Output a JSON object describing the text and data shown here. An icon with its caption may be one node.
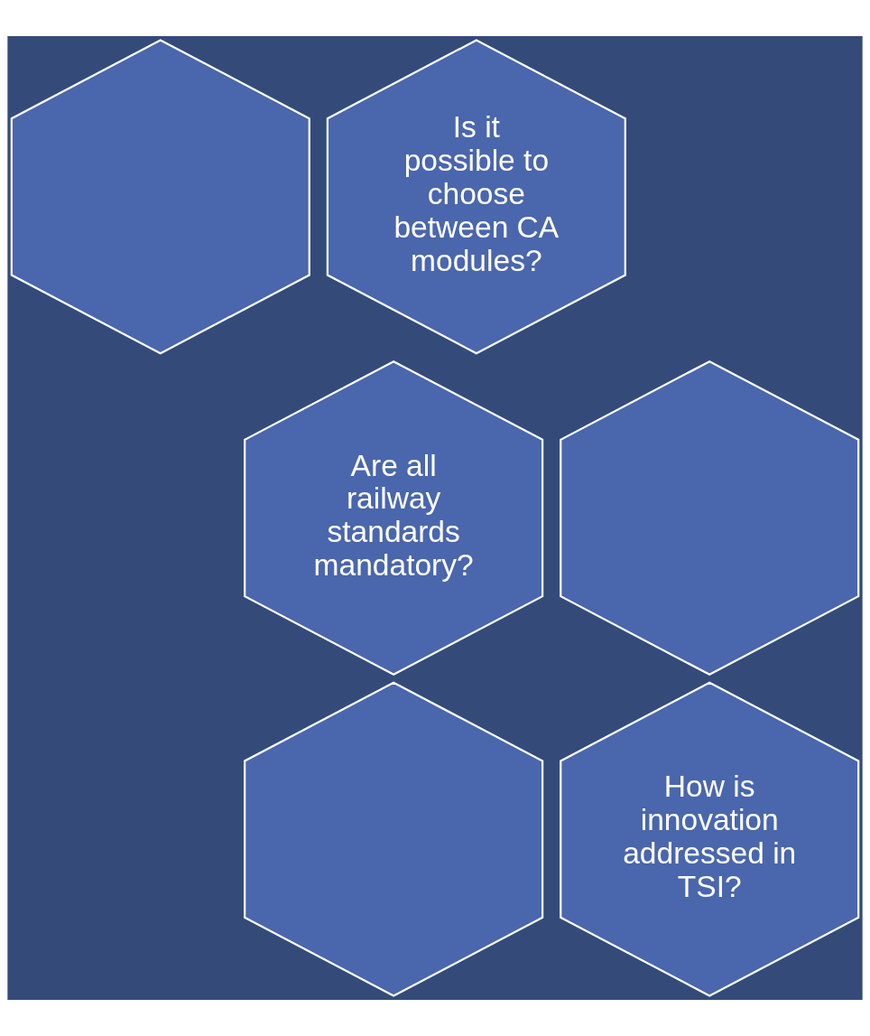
{
  "diagram": {
    "nodes": [
      {
        "text": [],
        "shape": "hexagon"
      },
      {
        "text": [
          "Is it possible to choose between CA modules?"
        ]
      },
      {
        "text": [
          "Are all railway standards mandatory?"
        ]
      },
      {
        "text": [],
        "shape": "hexagon"
      },
      {
        "text": [],
        "shape": "hexagon"
      },
      {
        "text": [
          "How is innovation addressed in TSI?"
        ]
      }
    ]
  }
}
